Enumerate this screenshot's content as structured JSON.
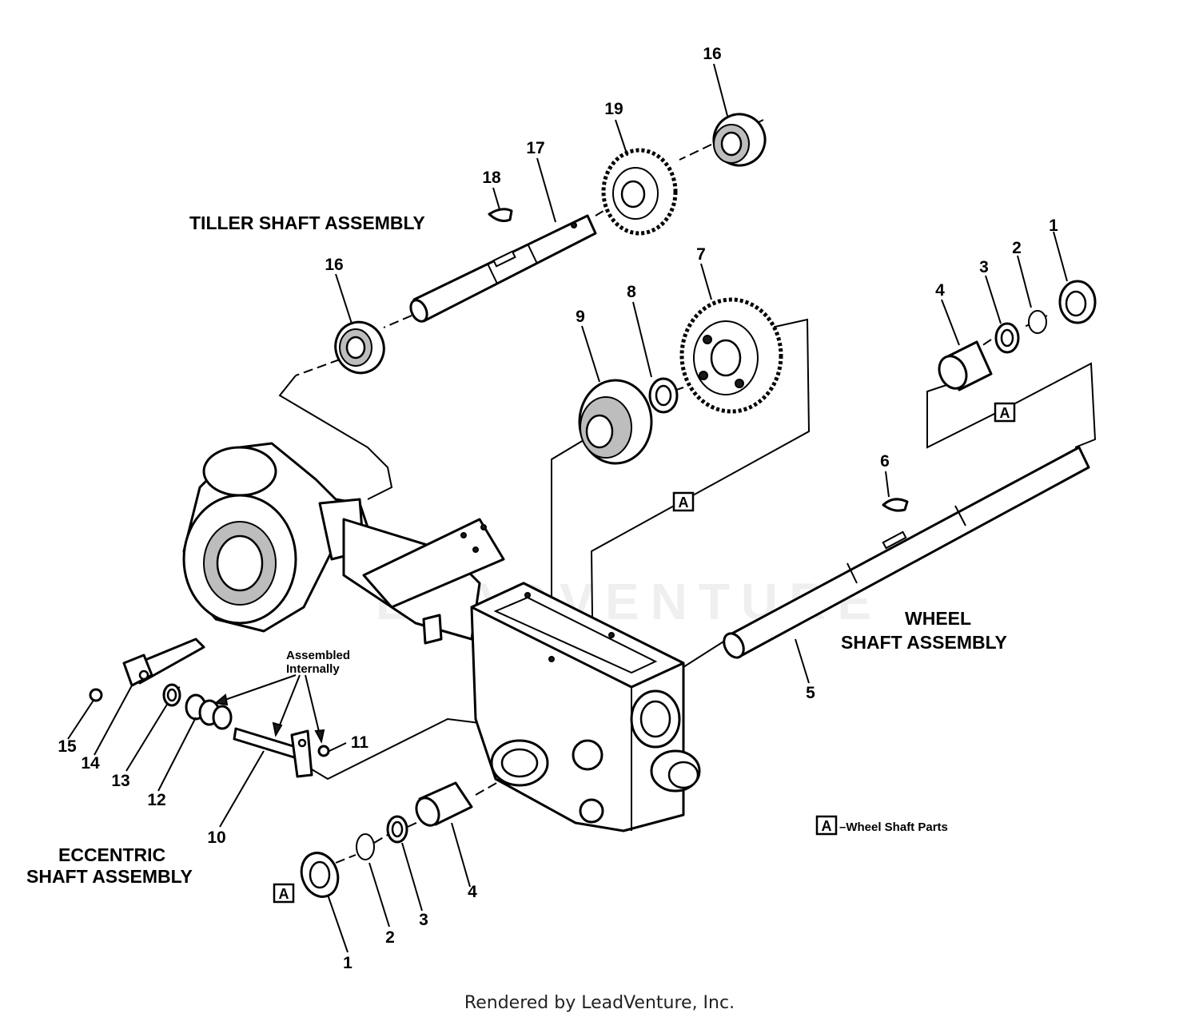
{
  "diagram": {
    "titles": {
      "tiller": "TILLER SHAFT ASSEMBLY",
      "wheel_line1": "WHEEL",
      "wheel_line2": "SHAFT ASSEMBLY",
      "eccentric_line1": "ECCENTRIC",
      "eccentric_line2": "SHAFT ASSEMBLY"
    },
    "notes": {
      "assembled_line1": "Assembled",
      "assembled_line2": "Internally"
    },
    "legend": {
      "box": "A",
      "text": "–Wheel Shaft Parts"
    },
    "box_labels": {
      "a1": "A",
      "a2": "A",
      "a3": "A"
    },
    "watermark": "LEADVENTURE",
    "callouts": {
      "c16_top": "16",
      "c19": "19",
      "c17": "17",
      "c18": "18",
      "c16_left": "16",
      "c7": "7",
      "c8": "8",
      "c9": "9",
      "c1_right": "1",
      "c2_right": "2",
      "c3_right": "3",
      "c4_right": "4",
      "c6": "6",
      "c5": "5",
      "c11": "11",
      "c15": "15",
      "c14": "14",
      "c13": "13",
      "c12": "12",
      "c10": "10",
      "c1_bottom": "1",
      "c2_bottom": "2",
      "c3_bottom": "3",
      "c4_bottom": "4"
    }
  },
  "footer": {
    "credit": "Rendered by LeadVenture, Inc."
  }
}
